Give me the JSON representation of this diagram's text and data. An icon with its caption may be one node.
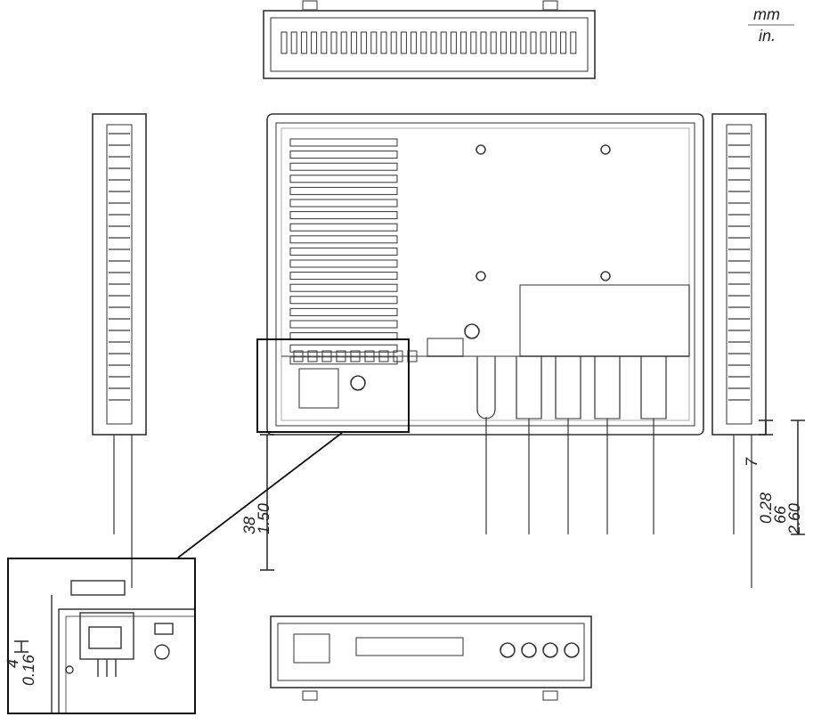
{
  "diagram": {
    "nodes": [
      {
        "text": [],
        "shape": "box"
      },
      {
        "text": [],
        "shape": "picture"
      }
    ],
    "edges": [
      {
        "from": 0,
        "to": 1,
        "arrow": "none"
      }
    ],
    "labels": [
      "mm",
      "in.",
      "38",
      "1.50",
      "7",
      "0.28",
      "66",
      "2.60",
      "4",
      "0.16"
    ]
  }
}
